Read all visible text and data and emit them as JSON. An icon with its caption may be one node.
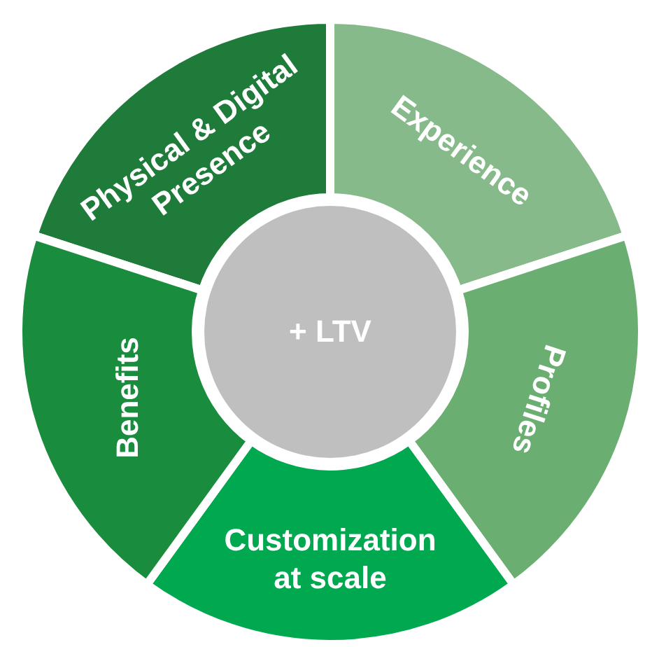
{
  "diagram": {
    "nodes": [
      {
        "text": [
          "Physical & Digital Presence"
        ]
      },
      {
        "text": [
          "Experience"
        ]
      },
      {
        "text": [
          "Profiles"
        ]
      },
      {
        "text": [
          "Customization at scale"
        ]
      },
      {
        "text": [
          "Benefits"
        ]
      },
      {
        "text": [
          "+ LTV"
        ]
      }
    ]
  }
}
